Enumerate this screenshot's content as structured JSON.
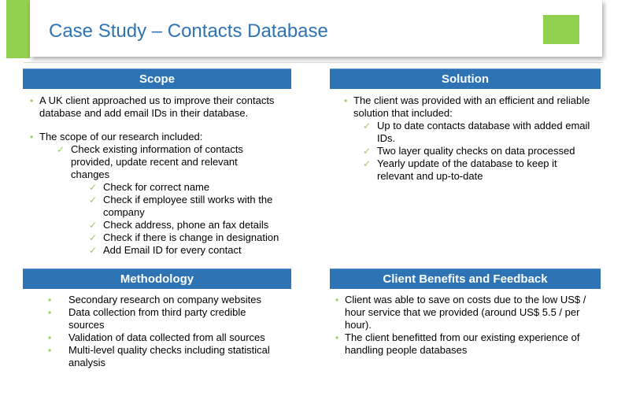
{
  "title": "Case Study – Contacts Database",
  "scope": {
    "header": "Scope",
    "intro": "A UK client approached us to improve their contacts database and add email IDs in their database.",
    "lead": "The scope of our research included:",
    "check_main": "Check existing information of contacts provided, update recent and relevant changes",
    "sub_items": [
      "Check for correct name",
      "Check if employee still works with the company",
      "Check address, phone an fax details",
      "Check if there is change in designation",
      "Add Email ID for every contact"
    ]
  },
  "solution": {
    "header": "Solution",
    "intro": "The client was provided with an efficient and reliable solution that included:",
    "items": [
      "Up to date contacts database with added email IDs.",
      "Two layer quality checks on data processed",
      "Yearly update of the database to keep it relevant and up-to-date"
    ]
  },
  "methodology": {
    "header": "Methodology",
    "items": [
      "Secondary research on company websites",
      "Data collection from third party credible sources",
      "Validation of data collected from all sources",
      "Multi-level quality checks including statistical analysis"
    ]
  },
  "benefits": {
    "header": "Client Benefits  and Feedback",
    "items": [
      "Client was able to save on costs due to the low US$ / hour service that we provided (around US$ 5.5 / per hour).",
      "The client benefitted from our existing experience of handling people databases"
    ]
  },
  "icons": {
    "bullet": "•",
    "check": "✓"
  },
  "colors": {
    "accent": "#92d050",
    "header": "#2e74b5",
    "title": "#2e74b5"
  }
}
